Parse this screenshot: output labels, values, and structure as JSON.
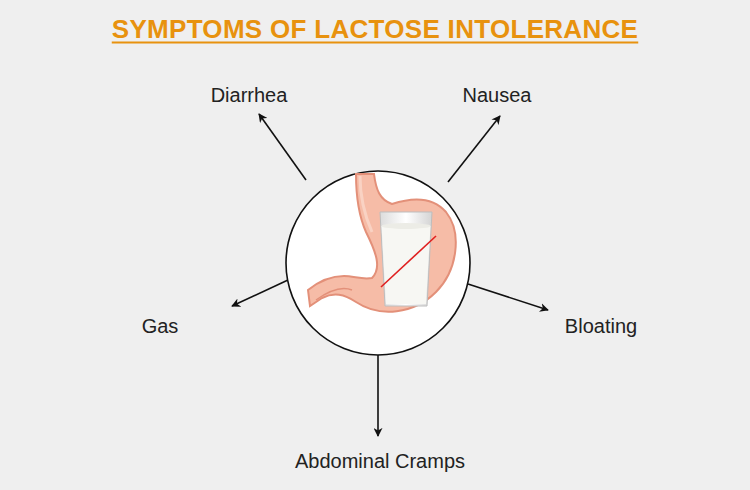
{
  "diagram": {
    "title": "SYMPTOMS OF LACTOSE INTOLERANCE",
    "labels": [
      "Diarrhea",
      "Nausea",
      "Gas",
      "Bloating",
      "Abdominal Cramps"
    ]
  }
}
